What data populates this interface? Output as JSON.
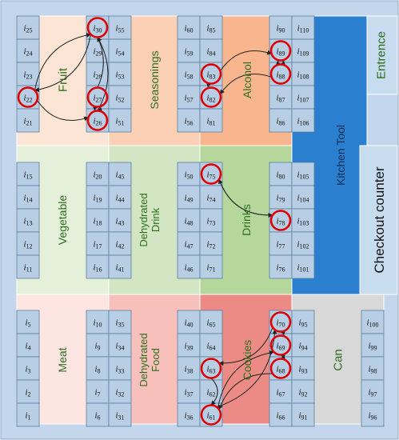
{
  "zones": [
    {
      "key": "fruit",
      "lines": [
        "Fruit"
      ],
      "color": "#fde5d6",
      "text_color": "#2f6d1e"
    },
    {
      "key": "seasonings",
      "lines": [
        "Seasonings"
      ],
      "color": "#fbd0b5",
      "text_color": "#2f6d1e"
    },
    {
      "key": "alcohol",
      "lines": [
        "Alcohol"
      ],
      "color": "#f9b58e",
      "text_color": "#2f6d1e"
    },
    {
      "key": "vegetable",
      "lines": [
        "Vegetable"
      ],
      "color": "#e4f0d9",
      "text_color": "#2f6d1e"
    },
    {
      "key": "dehydrated_drink",
      "lines": [
        "Dehydrated",
        "Drink"
      ],
      "color": "#d2e6c3",
      "text_color": "#2f6d1e"
    },
    {
      "key": "drinks",
      "lines": [
        "Drinks"
      ],
      "color": "#b5d79b",
      "text_color": "#2f6d1e"
    },
    {
      "key": "meat",
      "lines": [
        "Meat"
      ],
      "color": "#fde5e1",
      "text_color": "#2f6d1e"
    },
    {
      "key": "dehydrated_food",
      "lines": [
        "Dehydrated",
        "Food"
      ],
      "color": "#f7c0bb",
      "text_color": "#2f6d1e"
    },
    {
      "key": "cookies",
      "lines": [
        "Cookies"
      ],
      "color": "#ec8b86",
      "text_color": "#2f6d1e"
    },
    {
      "key": "can",
      "lines": [
        "Can"
      ],
      "color": "#d8d8d8",
      "text_color": "#2f6d1e"
    },
    {
      "key": "kitchen_tool",
      "lines": [
        "Kitchen Tool"
      ],
      "color": "#2b7fcf",
      "text_color": "#0d2e55"
    },
    {
      "key": "entrance",
      "lines": [
        "Entrence"
      ],
      "color": "#c7dcef",
      "text_color": "#2f6d1e"
    },
    {
      "key": "checkout",
      "lines": [
        "Checkout counter"
      ],
      "color": "#c7dcef",
      "text_color": "#111111"
    }
  ],
  "shelf_columns": [
    {
      "key": "c1",
      "ids": [
        "25",
        "24",
        "23",
        "22",
        "21"
      ]
    },
    {
      "key": "c2",
      "ids": [
        "30",
        "29",
        "28",
        "27",
        "26"
      ]
    },
    {
      "key": "c3",
      "ids": [
        "55",
        "54",
        "53",
        "52",
        "51"
      ]
    },
    {
      "key": "c4",
      "ids": [
        "60",
        "59",
        "58",
        "57",
        "56"
      ]
    },
    {
      "key": "c5",
      "ids": [
        "85",
        "84",
        "83",
        "82",
        "81"
      ]
    },
    {
      "key": "c6",
      "ids": [
        "90",
        "89",
        "88",
        "87",
        "86"
      ]
    },
    {
      "key": "c7",
      "ids": [
        "110",
        "109",
        "108",
        "107",
        "106"
      ]
    },
    {
      "key": "c8",
      "ids": [
        "15",
        "14",
        "13",
        "12",
        "11"
      ]
    },
    {
      "key": "c9",
      "ids": [
        "20",
        "19",
        "18",
        "17",
        "16"
      ]
    },
    {
      "key": "c10",
      "ids": [
        "45",
        "44",
        "43",
        "42",
        "41"
      ]
    },
    {
      "key": "c11",
      "ids": [
        "50",
        "49",
        "48",
        "47",
        "46"
      ]
    },
    {
      "key": "c12",
      "ids": [
        "75",
        "74",
        "73",
        "72",
        "71"
      ]
    },
    {
      "key": "c13",
      "ids": [
        "80",
        "79",
        "78",
        "77",
        "76"
      ]
    },
    {
      "key": "c14",
      "ids": [
        "105",
        "104",
        "103",
        "102",
        "101"
      ]
    },
    {
      "key": "c15",
      "ids": [
        "5",
        "4",
        "3",
        "2",
        "1"
      ]
    },
    {
      "key": "c16",
      "ids": [
        "10",
        "9",
        "8",
        "7",
        "6"
      ]
    },
    {
      "key": "c17",
      "ids": [
        "35",
        "34",
        "33",
        "32",
        "31"
      ]
    },
    {
      "key": "c18",
      "ids": [
        "40",
        "39",
        "38",
        "37",
        "36"
      ]
    },
    {
      "key": "c19",
      "ids": [
        "65",
        "64",
        "63",
        "62",
        "61"
      ]
    },
    {
      "key": "c20",
      "ids": [
        "70",
        "69",
        "68",
        "67",
        "66"
      ]
    },
    {
      "key": "c21",
      "ids": [
        "95",
        "94",
        "93",
        "92",
        "91"
      ]
    },
    {
      "key": "c22",
      "ids": [
        "100",
        "99",
        "98",
        "97",
        "96"
      ]
    }
  ],
  "highlighted_shelves": [
    "22",
    "26",
    "27",
    "30",
    "61",
    "63",
    "68",
    "69",
    "70",
    "75",
    "78",
    "82",
    "83",
    "88",
    "89"
  ],
  "label_prefix": "i",
  "colors": {
    "outer_wall": "#c3d6eb",
    "shelf_fill": "#b7cee4",
    "shelf_border": "#5c7f9f",
    "zone_border": "#ffffff",
    "highlight": "#e00000",
    "route_line": "#222222"
  }
}
